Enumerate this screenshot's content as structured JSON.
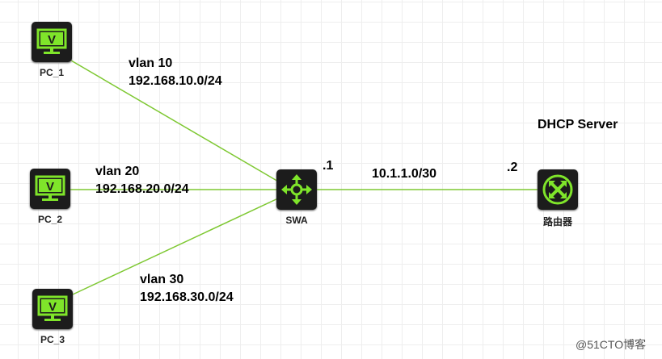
{
  "nodes": {
    "pc1": "PC_1",
    "pc2": "PC_2",
    "pc3": "PC_3",
    "swa": "SWA",
    "router": "路由器"
  },
  "labels": {
    "vlan10": "vlan 10",
    "net10": "192.168.10.0/24",
    "vlan20": "vlan 20",
    "net20": "192.168.20.0/24",
    "vlan30": "vlan 30",
    "net30": "192.168.30.0/24",
    "swa_ip": ".1",
    "link_net": "10.1.1.0/30",
    "router_ip": ".2",
    "dhcp": "DHCP Server"
  },
  "watermark": "@51CTO博客",
  "colors": {
    "link": "#7ec832",
    "icon_green": "#7fe52a",
    "icon_bg": "#1c1c1c"
  }
}
